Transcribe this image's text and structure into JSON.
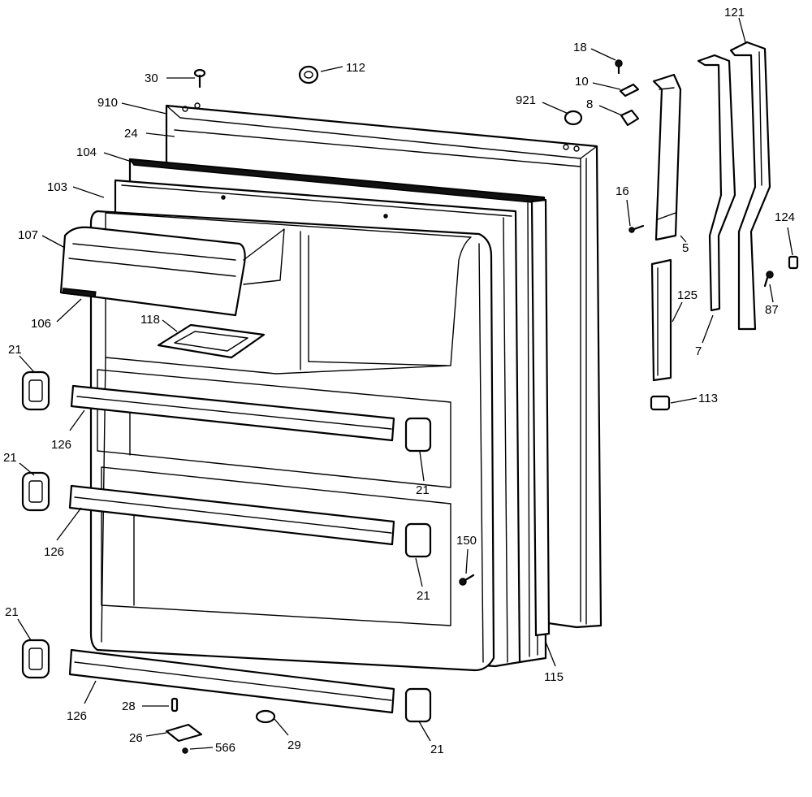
{
  "callouts": [
    {
      "id": "c30",
      "text": "30"
    },
    {
      "id": "c112",
      "text": "112"
    },
    {
      "id": "c910",
      "text": "910"
    },
    {
      "id": "c24",
      "text": "24"
    },
    {
      "id": "c104",
      "text": "104"
    },
    {
      "id": "c103",
      "text": "103"
    },
    {
      "id": "c107",
      "text": "107"
    },
    {
      "id": "c106",
      "text": "106"
    },
    {
      "id": "c118",
      "text": "118"
    },
    {
      "id": "c21a",
      "text": "21"
    },
    {
      "id": "c126a",
      "text": "126"
    },
    {
      "id": "c21b",
      "text": "21"
    },
    {
      "id": "c126b",
      "text": "126"
    },
    {
      "id": "c21c",
      "text": "21"
    },
    {
      "id": "c126c",
      "text": "126"
    },
    {
      "id": "c28",
      "text": "28"
    },
    {
      "id": "c26",
      "text": "26"
    },
    {
      "id": "c566",
      "text": "566"
    },
    {
      "id": "c29",
      "text": "29"
    },
    {
      "id": "c21d",
      "text": "21"
    },
    {
      "id": "c21e",
      "text": "21"
    },
    {
      "id": "c21f",
      "text": "21"
    },
    {
      "id": "c150",
      "text": "150"
    },
    {
      "id": "c115",
      "text": "115"
    },
    {
      "id": "c921",
      "text": "921"
    },
    {
      "id": "c18",
      "text": "18"
    },
    {
      "id": "c10",
      "text": "10"
    },
    {
      "id": "c8",
      "text": "8"
    },
    {
      "id": "c121",
      "text": "121"
    },
    {
      "id": "c16",
      "text": "16"
    },
    {
      "id": "c5",
      "text": "5"
    },
    {
      "id": "c124",
      "text": "124"
    },
    {
      "id": "c125",
      "text": "125"
    },
    {
      "id": "c87",
      "text": "87"
    },
    {
      "id": "c7",
      "text": "7"
    },
    {
      "id": "c113",
      "text": "113"
    }
  ]
}
